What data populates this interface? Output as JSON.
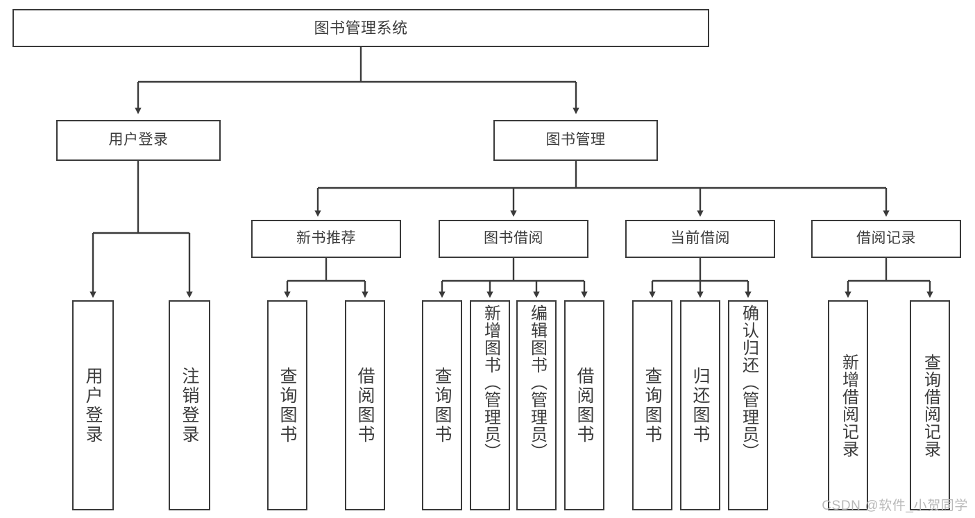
{
  "diagram": {
    "title": "图书管理系统",
    "watermark": "CSDN @软件_小贺同学",
    "stroke_color": "#3a3a3a",
    "text_color": "#3c3c3c",
    "background_color": "#ffffff",
    "nodes": {
      "root": {
        "label": "图书管理系统"
      },
      "level2": [
        {
          "id": "user-login",
          "label": "用户登录"
        },
        {
          "id": "book-management",
          "label": "图书管理"
        }
      ],
      "level3": [
        {
          "id": "new-book-recommend",
          "label": "新书推荐"
        },
        {
          "id": "book-borrow",
          "label": "图书借阅"
        },
        {
          "id": "current-borrow",
          "label": "当前借阅"
        },
        {
          "id": "borrow-record",
          "label": "借阅记录"
        }
      ],
      "leaves": [
        {
          "id": "leaf-user-login",
          "label": "用户登录",
          "parent": "user-login"
        },
        {
          "id": "leaf-logout",
          "label": "注销登录",
          "parent": "user-login"
        },
        {
          "id": "leaf-query-book-1",
          "label": "查询图书",
          "parent": "new-book-recommend"
        },
        {
          "id": "leaf-borrow-book-1",
          "label": "借阅图书",
          "parent": "new-book-recommend"
        },
        {
          "id": "leaf-query-book-2",
          "label": "查询图书",
          "parent": "book-borrow"
        },
        {
          "id": "leaf-add-book",
          "label": "新增图书（管理员）",
          "parent": "book-borrow"
        },
        {
          "id": "leaf-edit-book",
          "label": "编辑图书（管理员）",
          "parent": "book-borrow"
        },
        {
          "id": "leaf-borrow-book-2",
          "label": "借阅图书",
          "parent": "book-borrow"
        },
        {
          "id": "leaf-query-book-3",
          "label": "查询图书",
          "parent": "current-borrow"
        },
        {
          "id": "leaf-return-book",
          "label": "归还图书",
          "parent": "current-borrow"
        },
        {
          "id": "leaf-confirm-return",
          "label": "确认归还（管理员）",
          "parent": "current-borrow"
        },
        {
          "id": "leaf-add-record",
          "label": "新增借阅记录",
          "parent": "borrow-record"
        },
        {
          "id": "leaf-query-record",
          "label": "查询借阅记录",
          "parent": "borrow-record"
        }
      ]
    }
  }
}
